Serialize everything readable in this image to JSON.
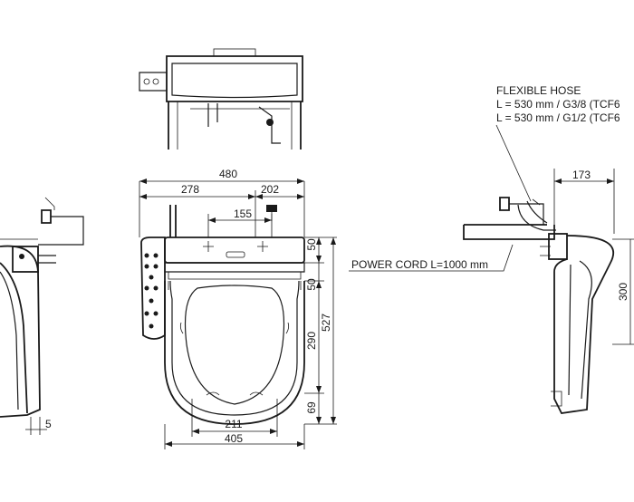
{
  "annotations": {
    "flexible_hose_title": "FLEXIBLE HOSE",
    "hose_line_1": "L = 530 mm / G3/8 (TCF6",
    "hose_line_2": "L = 530 mm / G1/2 (TCF6",
    "power_cord": "POWER CORD L=1000 mm"
  },
  "dimensions": {
    "overall_width": "480",
    "left_width": "278",
    "right_width": "202",
    "center_span": "155",
    "top_depth": "50",
    "mid_depth": "50",
    "total_length": "527",
    "seat_length": "290",
    "front_depth": "69",
    "inner_width": "211",
    "bowl_width": "405",
    "side_offset": "173",
    "side_height": "300",
    "left_gap": "5"
  }
}
